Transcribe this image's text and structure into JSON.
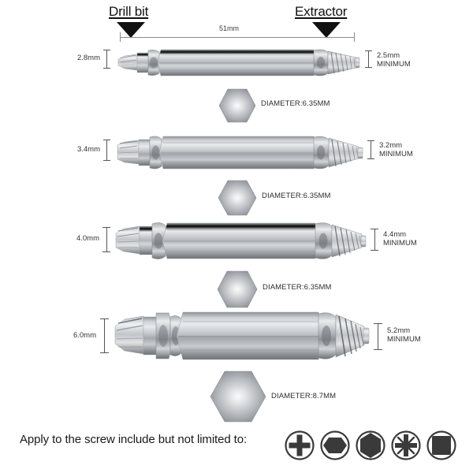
{
  "header": {
    "left_label": "Drill bit",
    "right_label": "Extractor",
    "overall_length": "51mm",
    "left_marker_icon": "down-triangle-icon",
    "right_marker_icon": "down-triangle-icon"
  },
  "bits": [
    {
      "index": 1,
      "left_size": "2.8mm",
      "right_size": "2.5mm",
      "right_qualifier": "MINIMUM",
      "diameter_label": "DIAMETER:6.35MM",
      "diameter_shape": "hexagon"
    },
    {
      "index": 2,
      "left_size": "3.4mm",
      "right_size": "3.2mm",
      "right_qualifier": "MINIMUM",
      "diameter_label": "DIAMETER:6.35MM",
      "diameter_shape": "hexagon"
    },
    {
      "index": 3,
      "left_size": "4.0mm",
      "right_size": "4.4mm",
      "right_qualifier": "MINIMUM",
      "diameter_label": "DIAMETER:6.35MM",
      "diameter_shape": "hexagon"
    },
    {
      "index": 4,
      "left_size": "6.0mm",
      "right_size": "5.2mm",
      "right_qualifier": "MINIMUM",
      "diameter_label": "DIAMETER:8.7MM",
      "diameter_shape": "hexagon"
    }
  ],
  "footer": {
    "text": "Apply to the screw include but not limited to:",
    "icons": [
      {
        "name": "phillips-screw-head-icon",
        "shape": "cross"
      },
      {
        "name": "hex-socket-screw-head-icon",
        "shape": "hexagon-flat"
      },
      {
        "name": "hex-head-screw-icon",
        "shape": "hexagon-point"
      },
      {
        "name": "torx-star-screw-head-icon",
        "shape": "star"
      },
      {
        "name": "square-robertson-screw-head-icon",
        "shape": "square"
      }
    ]
  },
  "colors": {
    "background": "#ffffff",
    "text_dark": "#111111",
    "text_mid": "#333333",
    "rule_gray": "#8a8a8a",
    "steel_light": "#f2f3f4",
    "steel_mid": "#b9bcc0",
    "steel_dark": "#76797e",
    "steel_shadow": "#4a4d52"
  }
}
